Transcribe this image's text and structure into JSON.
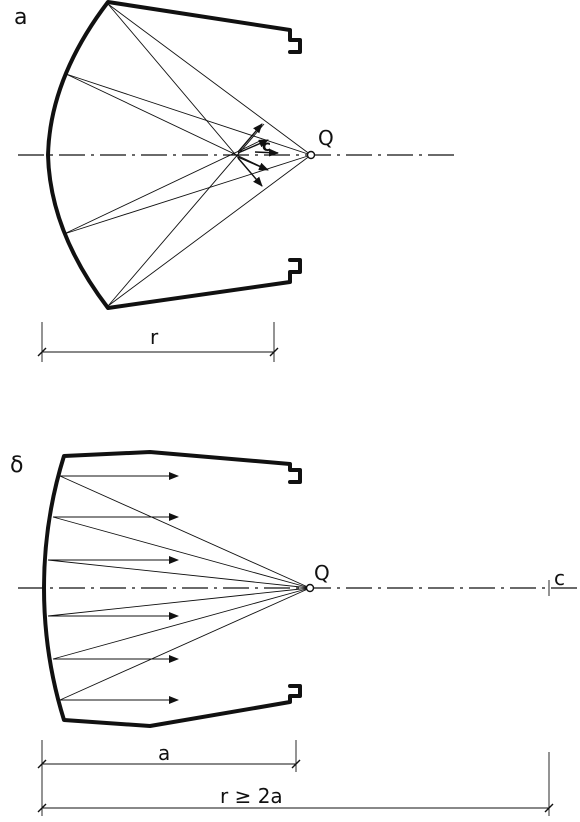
{
  "diagram_a": {
    "panel_label": "a",
    "source_label": "Q",
    "center_label": "c",
    "dimension_label": "r"
  },
  "diagram_b": {
    "panel_label": "δ",
    "source_label": "Q",
    "center_label": "c",
    "dimension_a_label": "a",
    "dimension_r_label": "r ≥ 2a"
  },
  "colors": {
    "ink": "#111111",
    "background": "#ffffff"
  }
}
